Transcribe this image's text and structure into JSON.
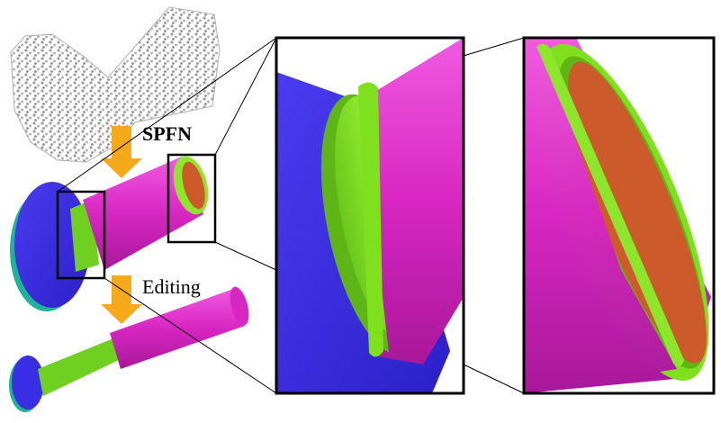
{
  "labels": {
    "method": "SPFN",
    "operation": "Editing"
  },
  "colors": {
    "plane": "#3a2de6",
    "cone": "#d826c2",
    "cylinder_green": "#7fe01e",
    "cylinder_inner": "#cc5a2a",
    "teal": "#1fb39a",
    "arrow": "#f5a91b",
    "point_cloud": "#a6a6a6",
    "frame": "#000000"
  },
  "panels": [
    "input-point-cloud",
    "spfn-segmentation",
    "edited-shape",
    "zoom-left",
    "zoom-right"
  ]
}
